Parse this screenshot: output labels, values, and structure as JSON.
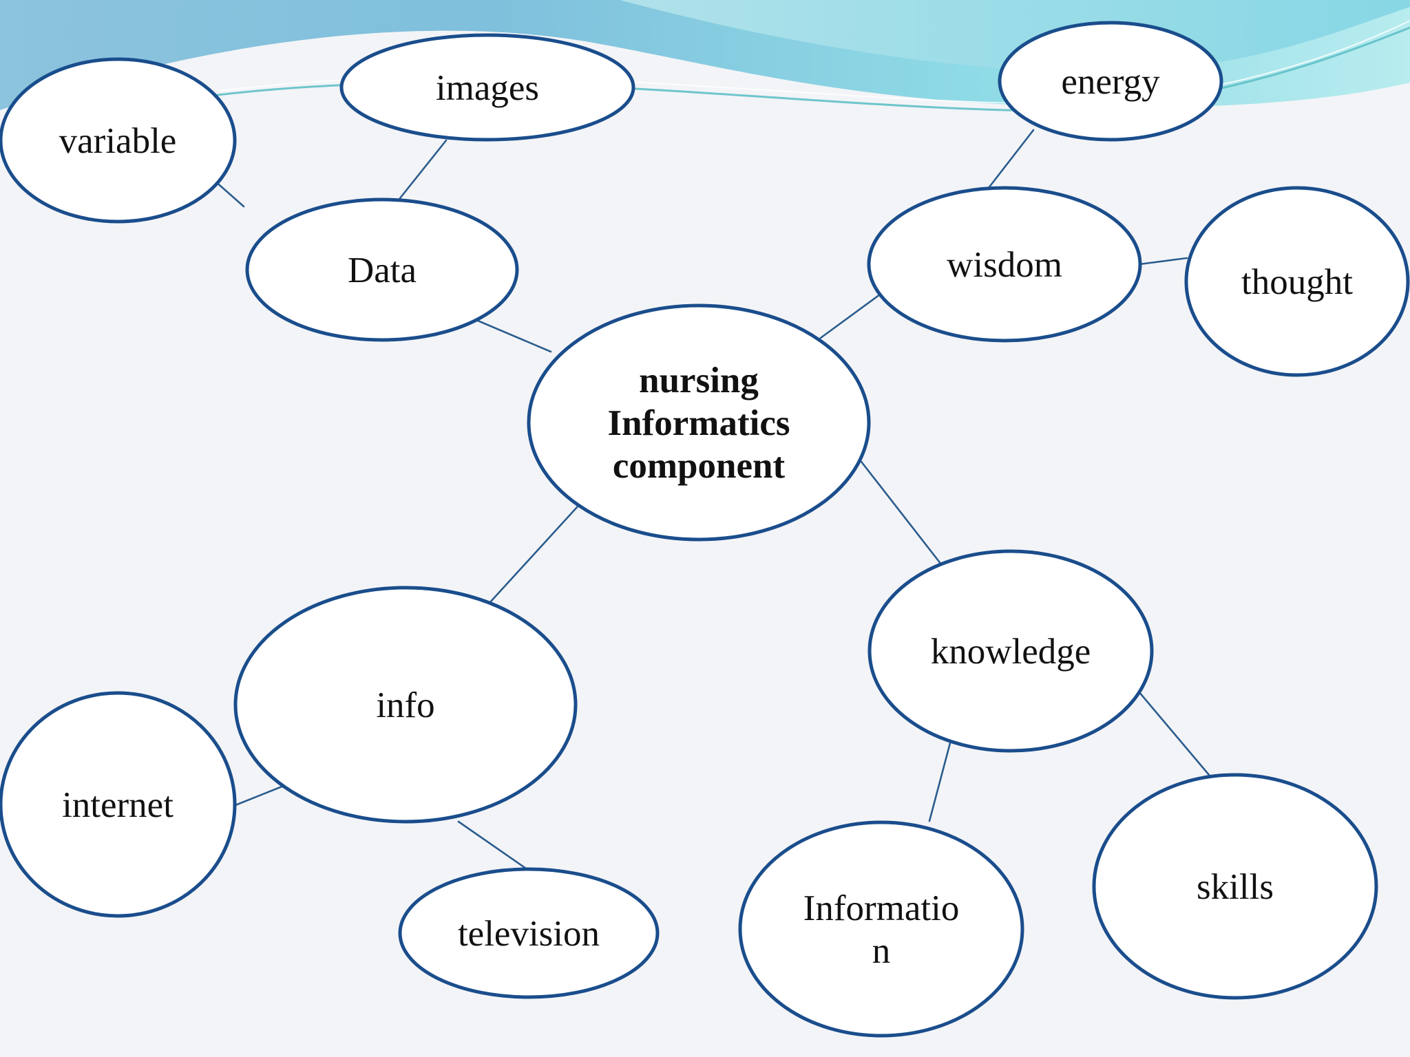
{
  "diagram": {
    "center": {
      "lines": [
        "nursing",
        "Informatics",
        "component"
      ]
    },
    "nodes": {
      "data": {
        "lines": [
          "Data"
        ]
      },
      "images": {
        "lines": [
          "images"
        ]
      },
      "variable": {
        "lines": [
          "variable"
        ]
      },
      "wisdom": {
        "lines": [
          "wisdom"
        ]
      },
      "energy": {
        "lines": [
          "energy"
        ]
      },
      "thought": {
        "lines": [
          "thought"
        ]
      },
      "info": {
        "lines": [
          "info"
        ]
      },
      "internet": {
        "lines": [
          "internet"
        ]
      },
      "television": {
        "lines": [
          "television"
        ]
      },
      "knowledge": {
        "lines": [
          "knowledge"
        ]
      },
      "information": {
        "lines": [
          "Informatio",
          "n"
        ]
      },
      "skills": {
        "lines": [
          "skills"
        ]
      }
    },
    "colors": {
      "node_border": "#1a4d8c",
      "node_fill": "#ffffff",
      "connector": "#2a5c8e",
      "text": "#111111",
      "background": "#f3f4f7",
      "header_wave": "#7fc6dc"
    }
  }
}
